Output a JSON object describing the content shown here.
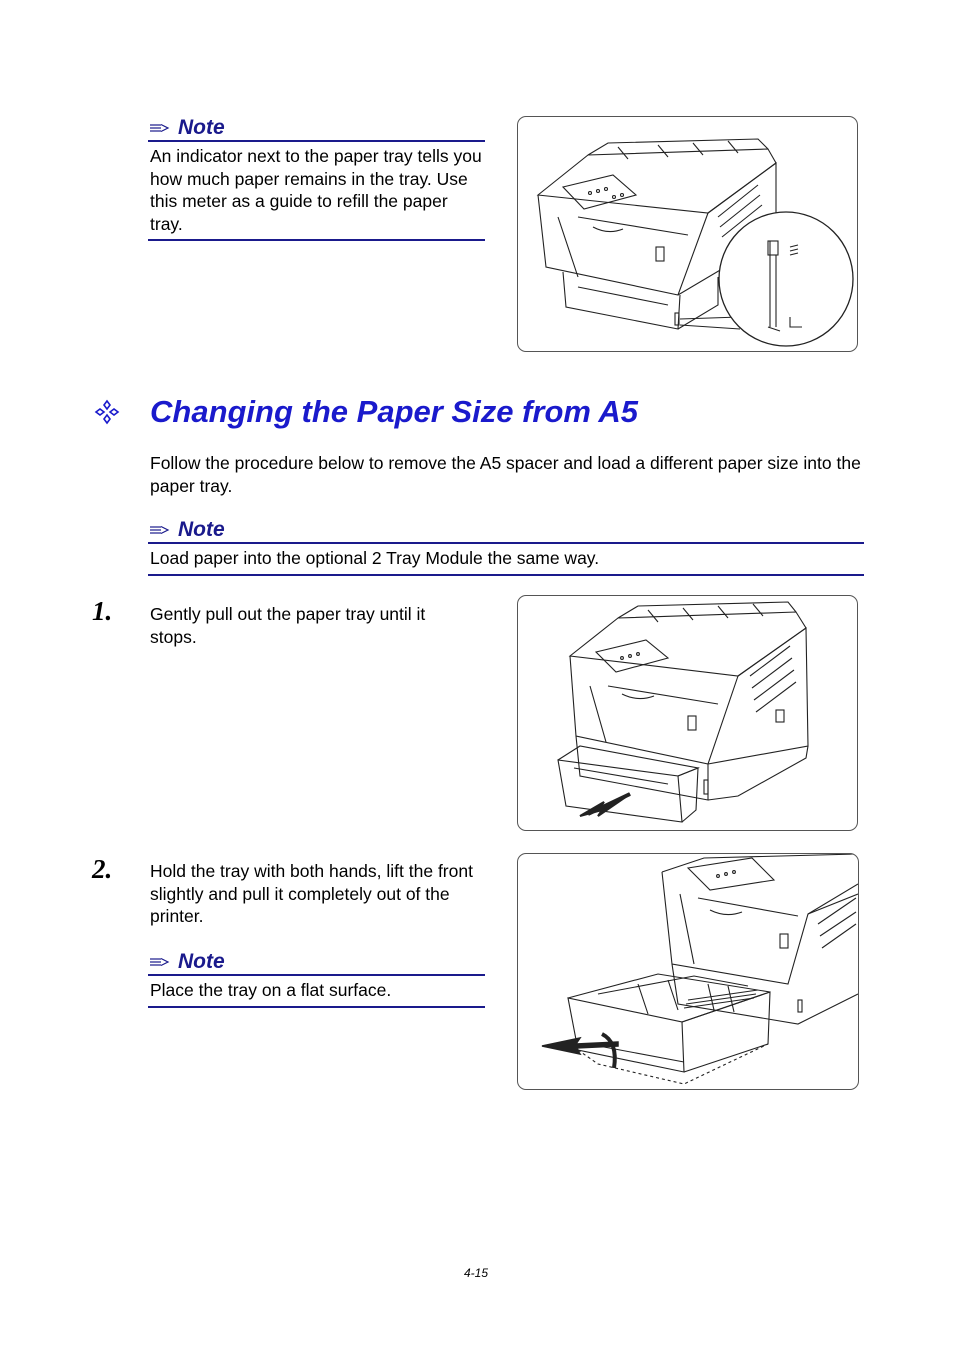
{
  "note1": {
    "title": "Note",
    "text": "An indicator next to the paper tray tells you how much paper remains in the tray. Use this meter as a guide to refill the paper tray."
  },
  "section": {
    "title": "Changing the Paper Size from A5",
    "intro": "Follow the procedure below to remove the A5 spacer and load a different paper size into the paper tray."
  },
  "note2": {
    "title": "Note",
    "text": "Load paper into the optional 2 Tray Module the same way."
  },
  "steps": [
    {
      "number": "1.",
      "text": "Gently pull out the paper tray until it stops."
    },
    {
      "number": "2.",
      "text": "Hold the tray with both hands, lift the front slightly and pull it completely out of the printer."
    }
  ],
  "note3": {
    "title": "Note",
    "text": "Place the tray on a flat surface."
  },
  "footer": {
    "page_number": "4-15"
  },
  "icons": {
    "note": "pencil-note-icon",
    "heading_bullet": "four-diamond-icon"
  },
  "colors": {
    "note_blue": "#1a1a8c",
    "heading_blue": "#1a1acc"
  }
}
